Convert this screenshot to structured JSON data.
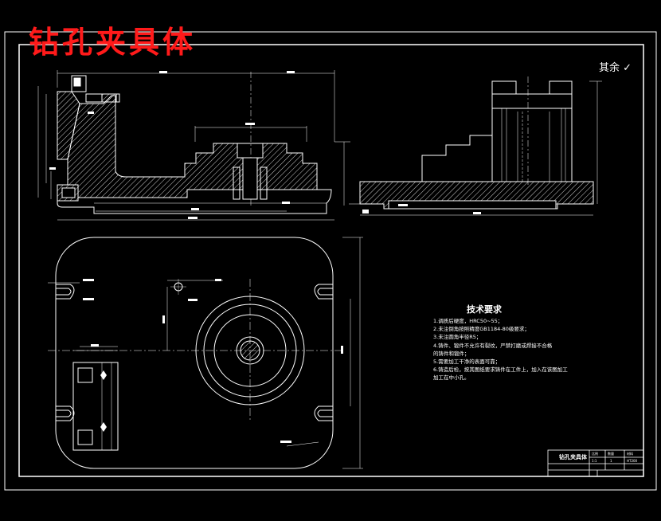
{
  "title": "钻孔夹具体",
  "roughness_note": "其余",
  "requirements": {
    "title": "技术要求",
    "items": [
      "1.调质后硬度，HRC50~55；",
      "2.未注倒角按照精度GB1184-80级要求；",
      "3.未注圆角半径R5；",
      "4.铸件、锻件不允许有裂纹，严禁打磨或焊接不合格",
      "的铸件和锻件；",
      "5.需要加工干净的表面可靠；",
      "6.铸造后检，按其图纸要求铸件在工件上，加入在该图加工",
      "加工在中小孔。"
    ]
  },
  "title_block": {
    "name": "钻孔夹具体",
    "cells": [
      "比例",
      "数量",
      "材料",
      "1:1",
      "1",
      "HT200"
    ]
  },
  "colors": {
    "line": "#ffffff",
    "title": "#ff1a1a",
    "background": "#000000"
  }
}
